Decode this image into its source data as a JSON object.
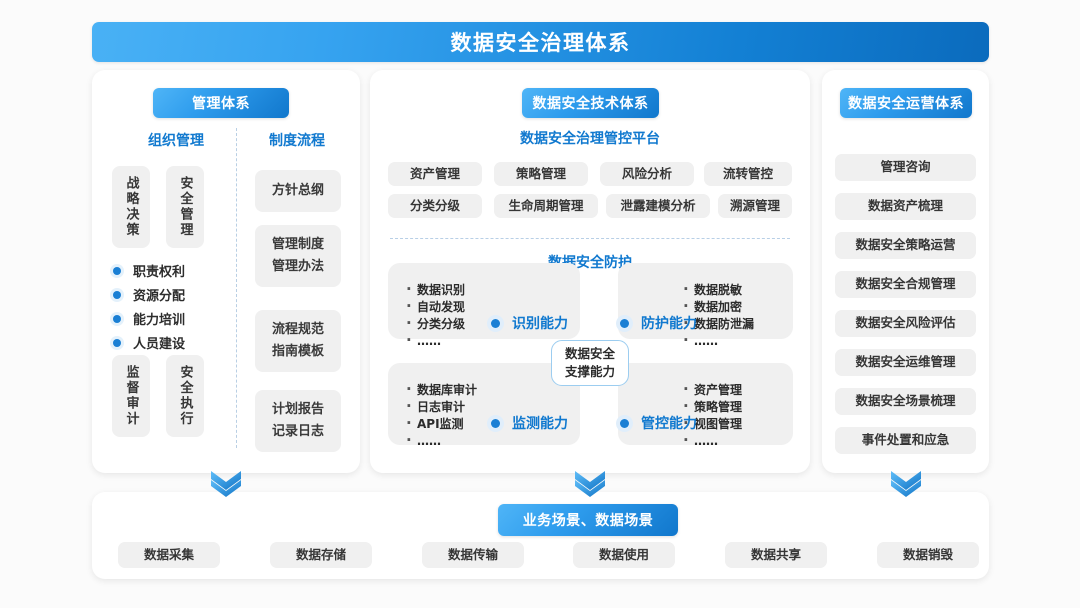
{
  "header": {
    "title": "数据安全治理体系"
  },
  "left_panel": {
    "badge": "管理体系",
    "columns": [
      {
        "heading": "组织管理"
      },
      {
        "heading": "制度流程"
      }
    ],
    "vertical_boxes_top": [
      "战略决策",
      "安全管理"
    ],
    "vertical_boxes_bottom": [
      "监督审计",
      "安全执行"
    ],
    "bullet_items": [
      "职责权利",
      "资源分配",
      "能力培训",
      "人员建设"
    ],
    "process_boxes": [
      {
        "lines": [
          "方针总纲"
        ]
      },
      {
        "lines": [
          "管理制度",
          "管理办法"
        ]
      },
      {
        "lines": [
          "流程规范",
          "指南模板"
        ]
      },
      {
        "lines": [
          "计划报告",
          "记录日志"
        ]
      }
    ]
  },
  "center_panel": {
    "badge": "数据安全技术体系",
    "platform_title": "数据安全治理管控平台",
    "platform_chips_row1": [
      "资产管理",
      "策略管理",
      "风险分析",
      "流转管控"
    ],
    "platform_chips_row2": [
      "分类分级",
      "生命周期管理",
      "泄露建模分析",
      "溯源管理"
    ],
    "protection_title": "数据安全防护",
    "core": {
      "line1": "数据安全",
      "line2": "支撑能力"
    },
    "quadrants": [
      {
        "label": "识别能力",
        "items": [
          "数据识别",
          "自动发现",
          "分类分级",
          "……"
        ]
      },
      {
        "label": "防护能力",
        "items": [
          "数据脱敏",
          "数据加密",
          "数据防泄漏",
          "……"
        ]
      },
      {
        "label": "监测能力",
        "items": [
          "数据库审计",
          "日志审计",
          "API监测",
          "……"
        ]
      },
      {
        "label": "管控能力",
        "items": [
          "资产管理",
          "策略管理",
          "视图管理",
          "……"
        ]
      }
    ]
  },
  "right_panel": {
    "badge": "数据安全运营体系",
    "items": [
      "管理咨询",
      "数据资产梳理",
      "数据安全策略运营",
      "数据安全合规管理",
      "数据安全风险评估",
      "数据安全运维管理",
      "数据安全场景梳理",
      "事件处置和应急"
    ]
  },
  "bottom_panel": {
    "badge": "业务场景、数据场景",
    "items": [
      "数据采集",
      "数据存储",
      "数据传输",
      "数据使用",
      "数据共享",
      "数据销毁"
    ]
  },
  "colors": {
    "accent_blue": "#1179cf",
    "badge_gradient_start": "#4fb5f7",
    "badge_gradient_end": "#1177cc",
    "chip_bg": "#f0f0f0",
    "page_bg": "#fbfbfb"
  },
  "icons": {
    "arrow": "double-chevron-down-icon"
  }
}
